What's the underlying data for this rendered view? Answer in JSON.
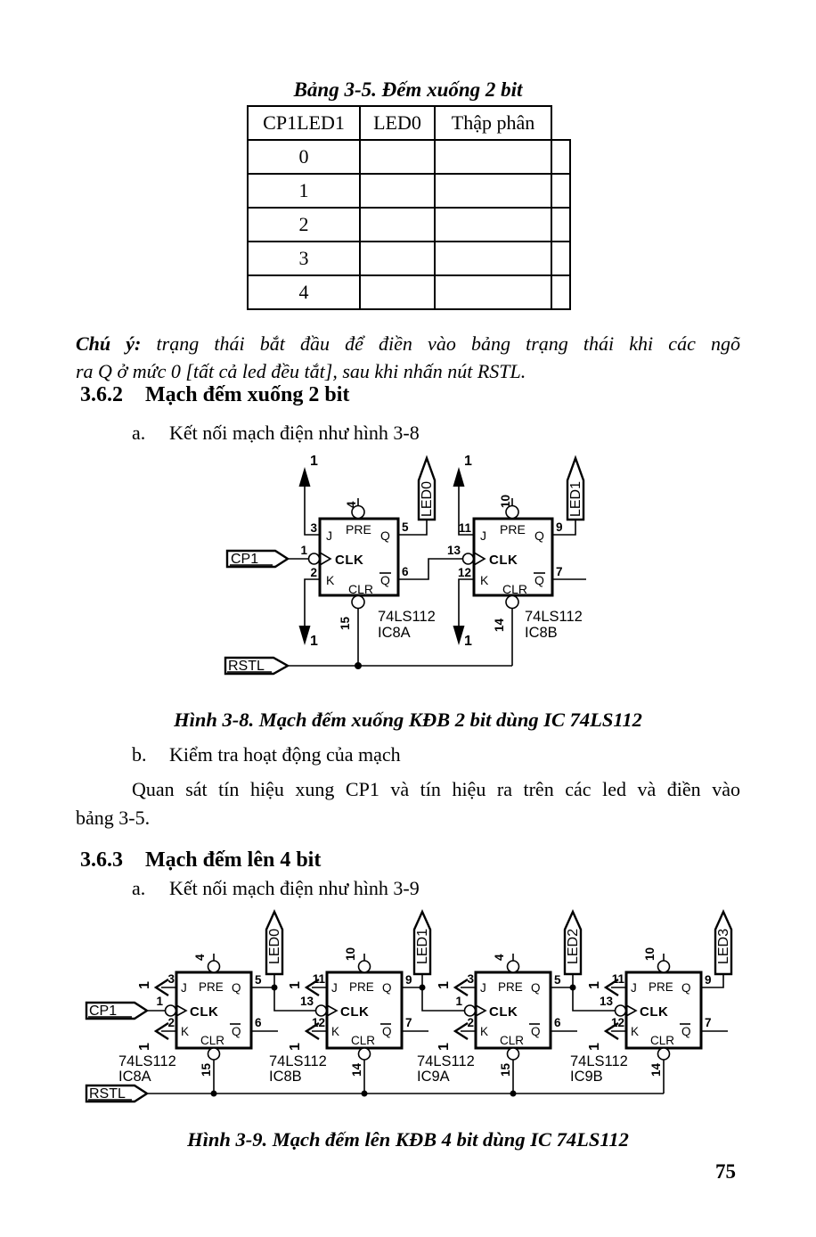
{
  "doc": {
    "table_title": "Bảng 3-5. Đếm xuống 2 bit",
    "table": {
      "headers": [
        "CP1LED1",
        "LED0",
        "Thập phân"
      ],
      "rows": [
        "0",
        "1",
        "2",
        "3",
        "4"
      ]
    },
    "note": {
      "label": "Chú ý:",
      "line1_rest": " trạng thái bắt đầu để điền vào bảng trạng thái khi các ngõ",
      "line2": "ra Q ở mức 0 [tất cả led đều tắt], sau khi nhấn nút RSTL."
    },
    "h362_num": "3.6.2",
    "h362_title": "Mạch đếm xuống 2 bit",
    "item_a1_marker": "a.",
    "item_a1_text": "Kết nối mạch điện như hình 3-8",
    "fig38_caption": "Hình 3-8. Mạch đếm xuống KĐB 2 bit dùng IC 74LS112",
    "item_b1_marker": "b.",
    "item_b1_text": "Kiểm tra hoạt động của mạch",
    "observe": {
      "line1": "Quan sát tín hiệu xung CP1 và tín hiệu ra trên các led và điền vào",
      "line2": "bảng 3-5."
    },
    "h363_num": "3.6.3",
    "h363_title": "Mạch đếm lên 4 bit",
    "item_a2_marker": "a.",
    "item_a2_text": "Kết nối mạch điện như hình 3-9",
    "fig39_caption": "Hình 3-9. Mạch đếm lên KĐB 4 bit dùng IC 74LS112",
    "page_number": "75"
  },
  "sch": {
    "j": "J",
    "k": "K",
    "q": "Q",
    "pre": "PRE",
    "clk": "CLK",
    "clr": "CLR",
    "one": "1",
    "part": "74LS112",
    "ic8a": "IC8A",
    "ic8b": "IC8B",
    "ic9a": "IC9A",
    "ic9b": "IC9B",
    "cp1": "CP1",
    "rstl": "RSTL",
    "led0": "LED0",
    "led1": "LED1",
    "led2": "LED2",
    "led3": "LED3",
    "p1": "1",
    "p2": "2",
    "p3": "3",
    "p4": "4",
    "p5": "5",
    "p6": "6",
    "p7": "7",
    "p9": "9",
    "p10": "10",
    "p11": "11",
    "p12": "12",
    "p13": "13",
    "p14": "14",
    "p15": "15"
  },
  "colors": {
    "ink": "#000000",
    "paper": "#ffffff"
  }
}
